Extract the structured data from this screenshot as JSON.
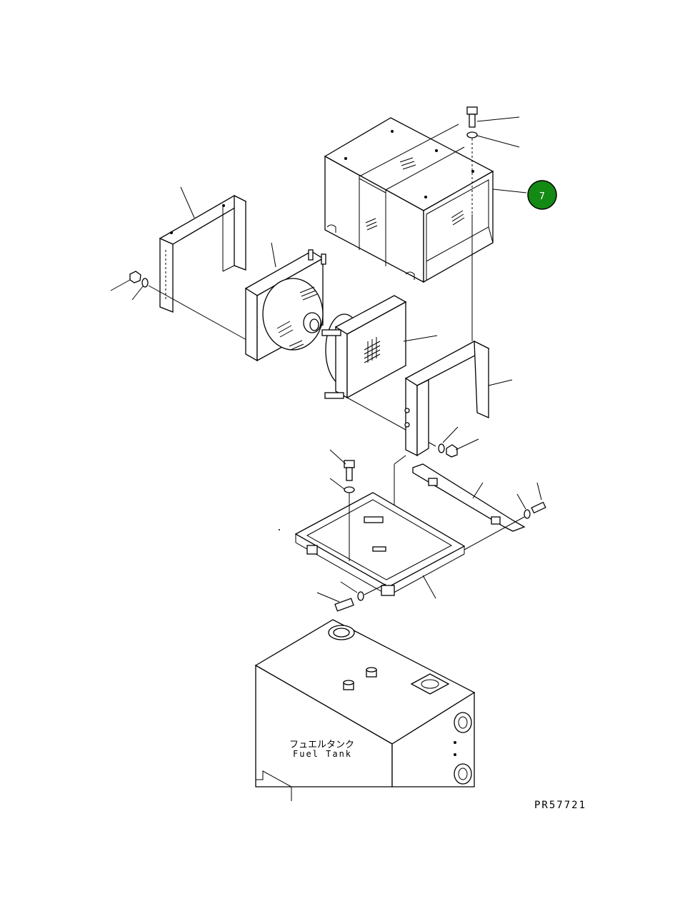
{
  "drawing": {
    "tank_label_jp": "フュエルタンク",
    "tank_label_en": "Fuel Tank",
    "drawing_number": "PR57721"
  },
  "callouts": [
    {
      "number": "7",
      "color": "#138a13"
    }
  ]
}
